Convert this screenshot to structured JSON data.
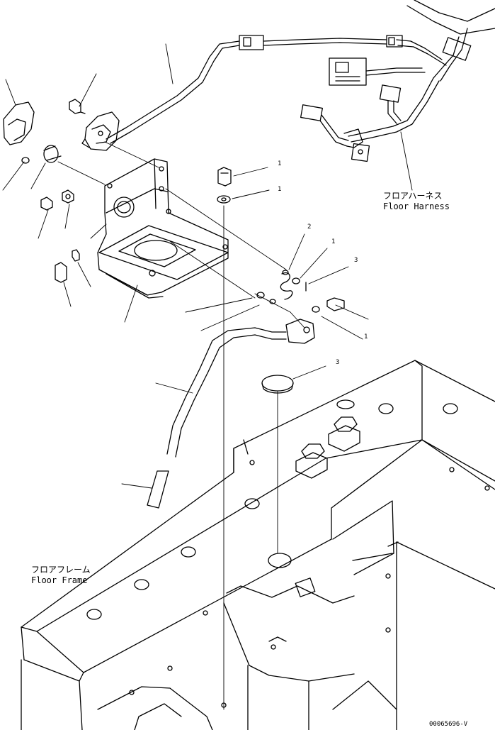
{
  "labels": {
    "floor_harness_jp": "フロアハーネス",
    "floor_harness_en": "Floor Harness",
    "floor_frame_jp": "フロアフレーム",
    "floor_frame_en": "Floor Frame"
  },
  "callouts": {
    "c_bolt_top": "1",
    "c_washer_top": "1",
    "c_spring": "2",
    "c_washer_mid": "1",
    "c_mid_right": "3",
    "c_bottom_washer": "1",
    "c_plug": "3"
  },
  "document_id": "00065696-V"
}
